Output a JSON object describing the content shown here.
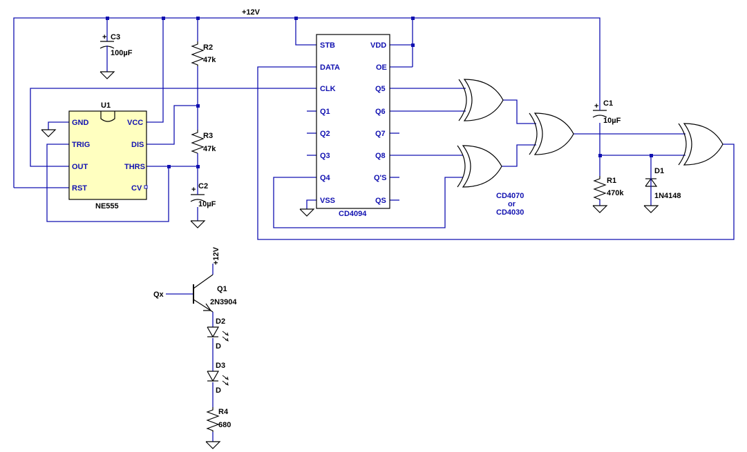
{
  "colors": {
    "wire": "#1010b0",
    "component": "#000000",
    "ic_fill": "#ffffc0",
    "background": "#ffffff"
  },
  "net": {
    "vcc": "+12V"
  },
  "u1": {
    "ref": "U1",
    "part": "NE555",
    "pins": {
      "gnd": "GND",
      "trig": "TRIG",
      "out": "OUT",
      "rst": "RST",
      "vcc": "VCC",
      "dis": "DIS",
      "thrs": "THRS",
      "cv": "CV"
    }
  },
  "shift_register": {
    "part": "CD4094",
    "pins": {
      "stb": "STB",
      "data": "DATA",
      "clk": "CLK",
      "q1": "Q1",
      "q2": "Q2",
      "q3": "Q3",
      "q4": "Q4",
      "vss": "VSS",
      "vdd": "VDD",
      "oe": "OE",
      "q5": "Q5",
      "q6": "Q6",
      "q7": "Q7",
      "q8": "Q8",
      "qsp": "Q'S",
      "qs": "QS"
    }
  },
  "xor_note": {
    "line1": "CD4070",
    "line2": "or",
    "line3": "CD4030"
  },
  "components": {
    "c3": {
      "ref": "C3",
      "value": "100µF",
      "plus": "+"
    },
    "r2": {
      "ref": "R2",
      "value": "47k"
    },
    "r3": {
      "ref": "R3",
      "value": "47k"
    },
    "c2": {
      "ref": "C2",
      "value": "10µF",
      "plus": "+"
    },
    "c1": {
      "ref": "C1",
      "value": "10µF",
      "plus": "+"
    },
    "r1": {
      "ref": "R1",
      "value": "470k"
    },
    "d1": {
      "ref": "D1",
      "value": "1N4148"
    },
    "q1": {
      "ref": "Q1",
      "value": "2N3904"
    },
    "d2": {
      "ref": "D2",
      "value": "D"
    },
    "d3": {
      "ref": "D3",
      "value": "D"
    },
    "r4": {
      "ref": "R4",
      "value": "680"
    }
  },
  "driver": {
    "input": "Qx",
    "supply": "+12V"
  }
}
